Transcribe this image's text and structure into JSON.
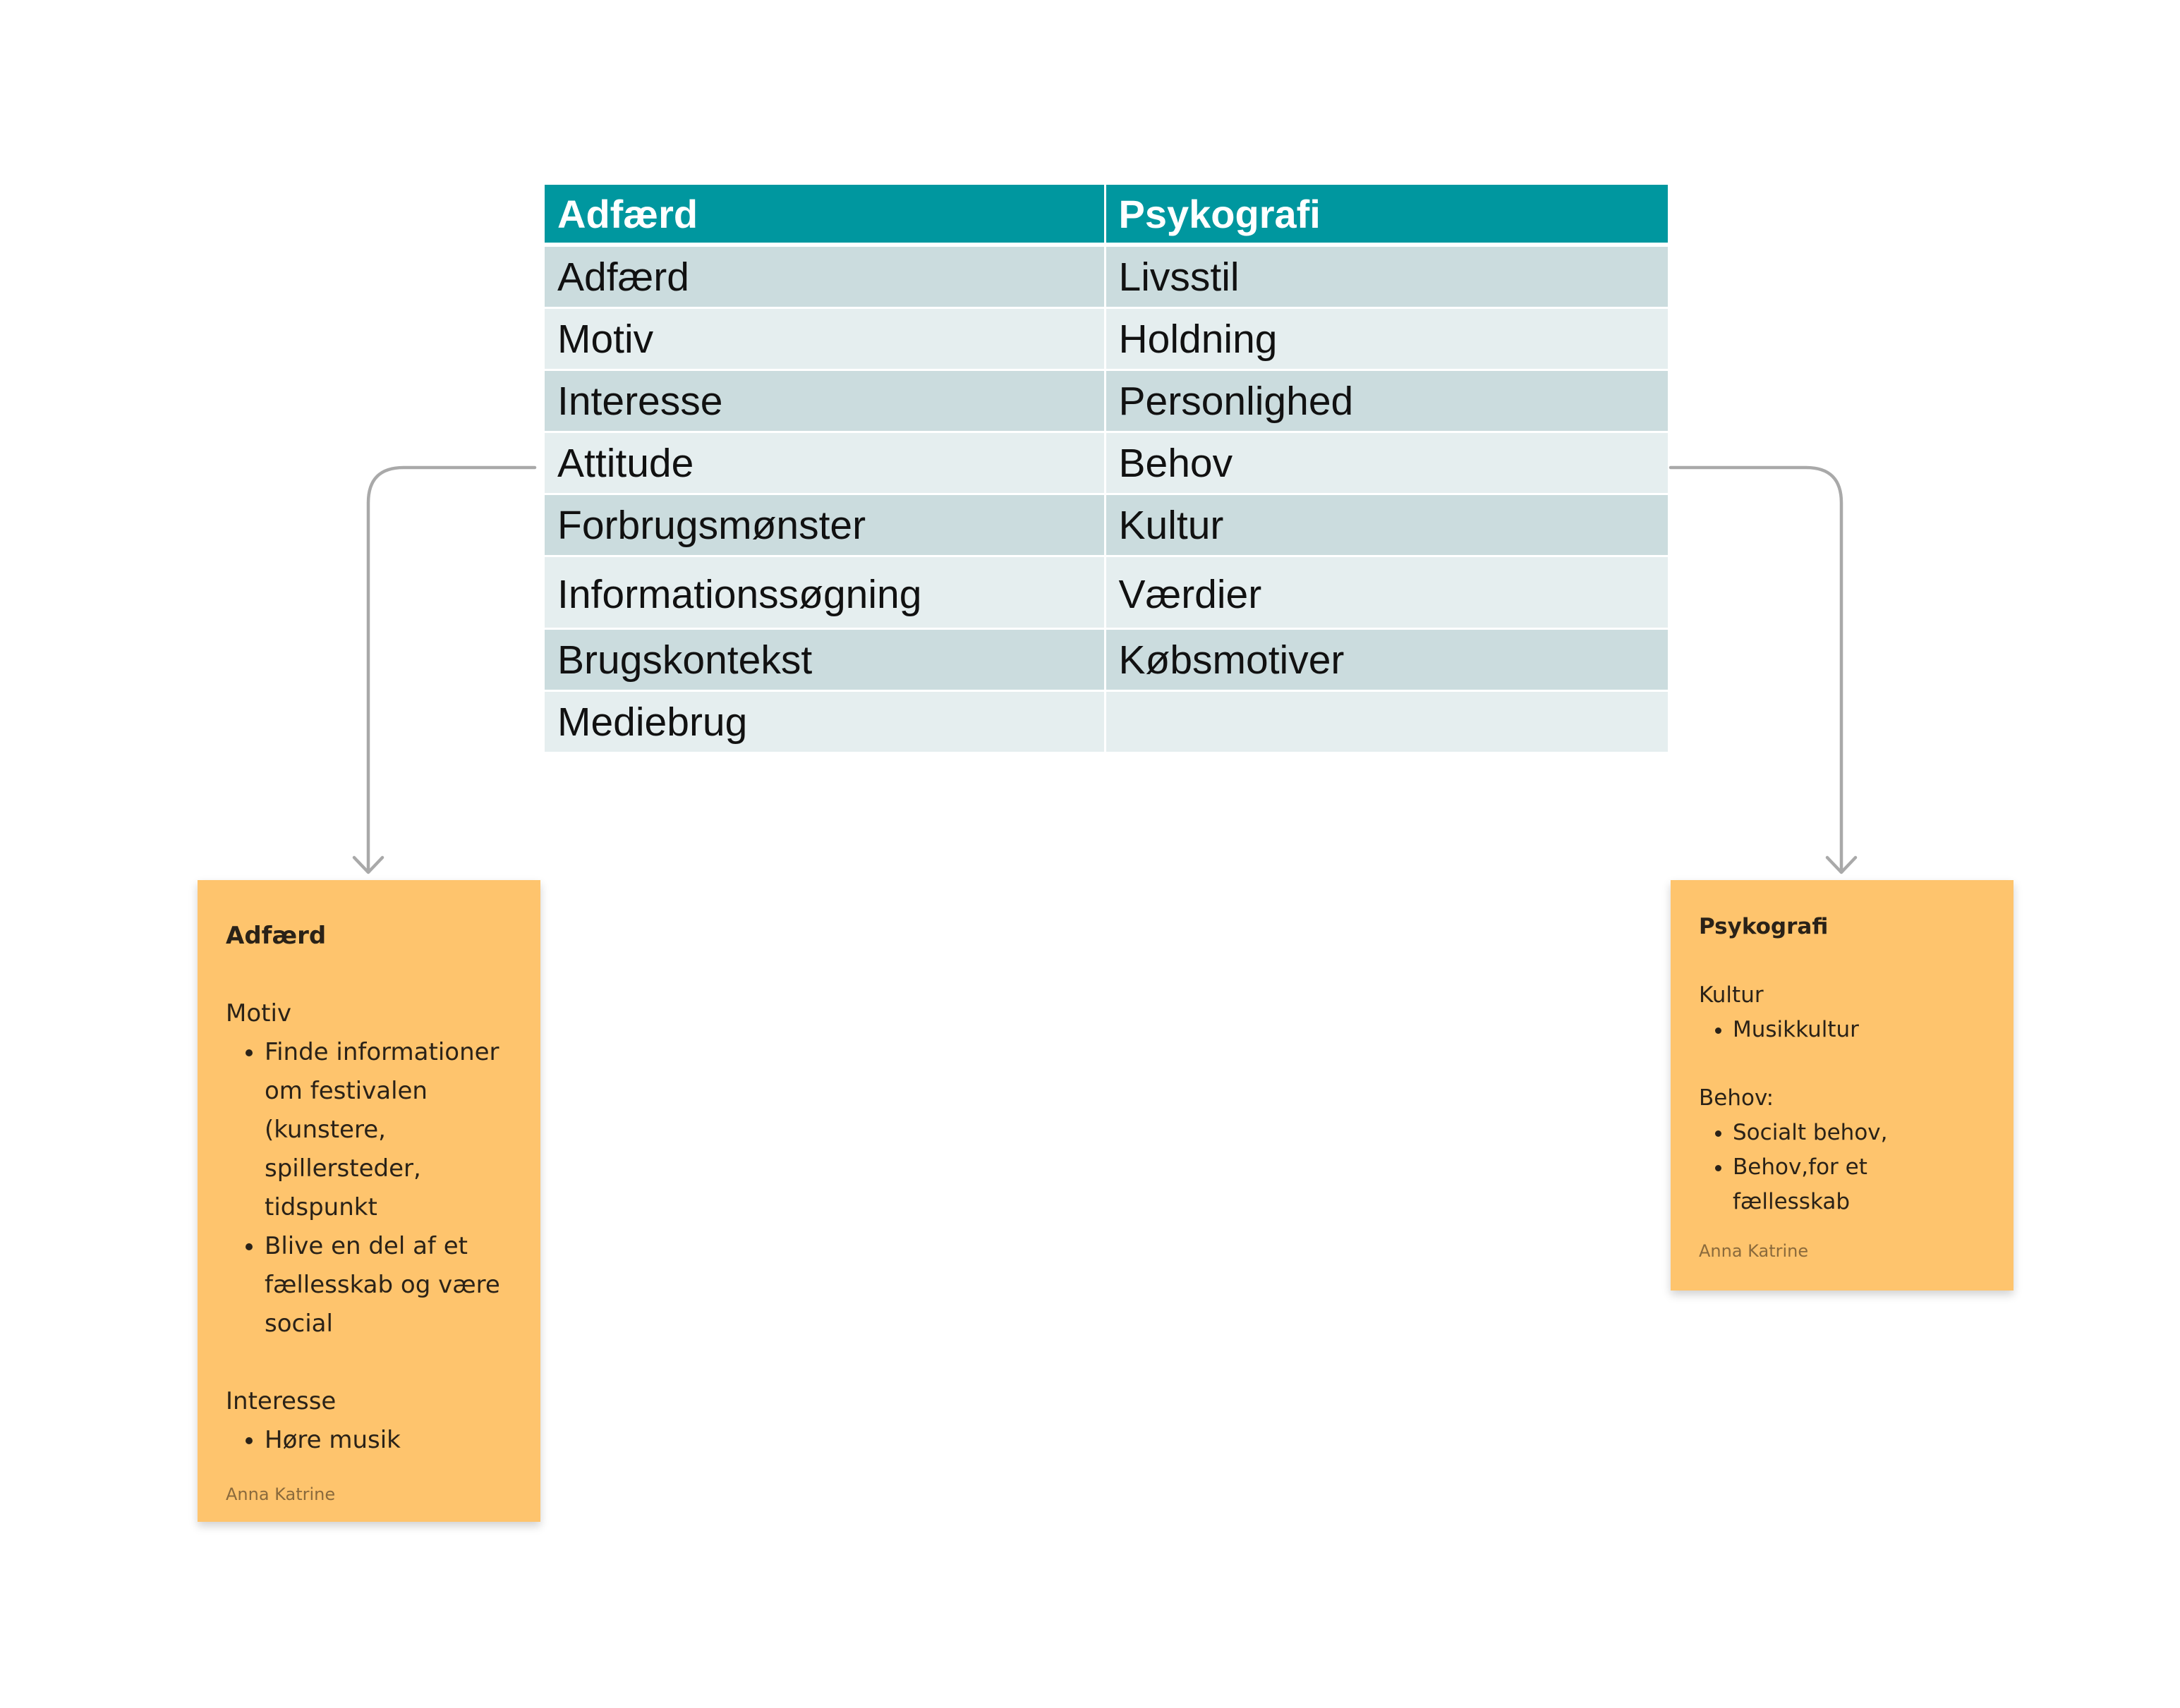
{
  "table": {
    "headers": [
      "Adfærd",
      "Psykografi"
    ],
    "rows": [
      [
        "Adfærd",
        "Livsstil"
      ],
      [
        "Motiv",
        "Holdning"
      ],
      [
        "Interesse",
        "Personlighed"
      ],
      [
        "Attitude",
        "Behov"
      ],
      [
        "Forbrugsmønster",
        "Kultur"
      ],
      [
        "Informationssøgning",
        "Værdier"
      ],
      [
        "Brugskontekst",
        "Købsmotiver"
      ],
      [
        "Mediebrug",
        ""
      ]
    ],
    "colors": {
      "header_bg": "#00979f",
      "row_dark": "#cbdcde",
      "row_light": "#e5eeef"
    }
  },
  "note_left": {
    "title": "Adfærd",
    "sections": [
      {
        "heading": "Motiv",
        "items": [
          "Finde informationer om festivalen (kunstere, spillersteder, tidspunkt",
          "Blive en del af et fællesskab og være social"
        ]
      },
      {
        "heading": "Interesse",
        "items": [
          "Høre musik"
        ]
      }
    ],
    "author": "Anna Katrine"
  },
  "note_right": {
    "title": "Psykografi",
    "sections": [
      {
        "heading": "Kultur",
        "items": [
          "Musikkultur"
        ]
      },
      {
        "heading": "Behov:",
        "items": [
          "Socialt behov,",
          "Behov,for et fællesskab"
        ]
      }
    ],
    "author": "Anna Katrine"
  },
  "colors": {
    "note": "#fec46d",
    "connector": "#a9a9a9"
  }
}
